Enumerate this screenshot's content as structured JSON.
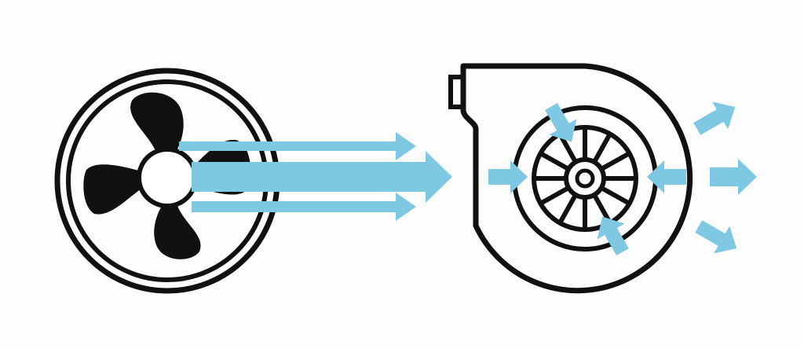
{
  "diagram": {
    "colors": {
      "background": "#fdfdfd",
      "outline": "#111111",
      "airflow": "#7ec8e3"
    },
    "axial_fan": {
      "icon": "axial-fan-icon",
      "blade_count": 4,
      "airflow": "straight-through",
      "airflow_arrows": 3
    },
    "centrifugal_blower": {
      "icon": "centrifugal-blower-icon",
      "impeller_vanes": 12,
      "intake_arrows": 4,
      "outlet_arrows": 3
    }
  }
}
